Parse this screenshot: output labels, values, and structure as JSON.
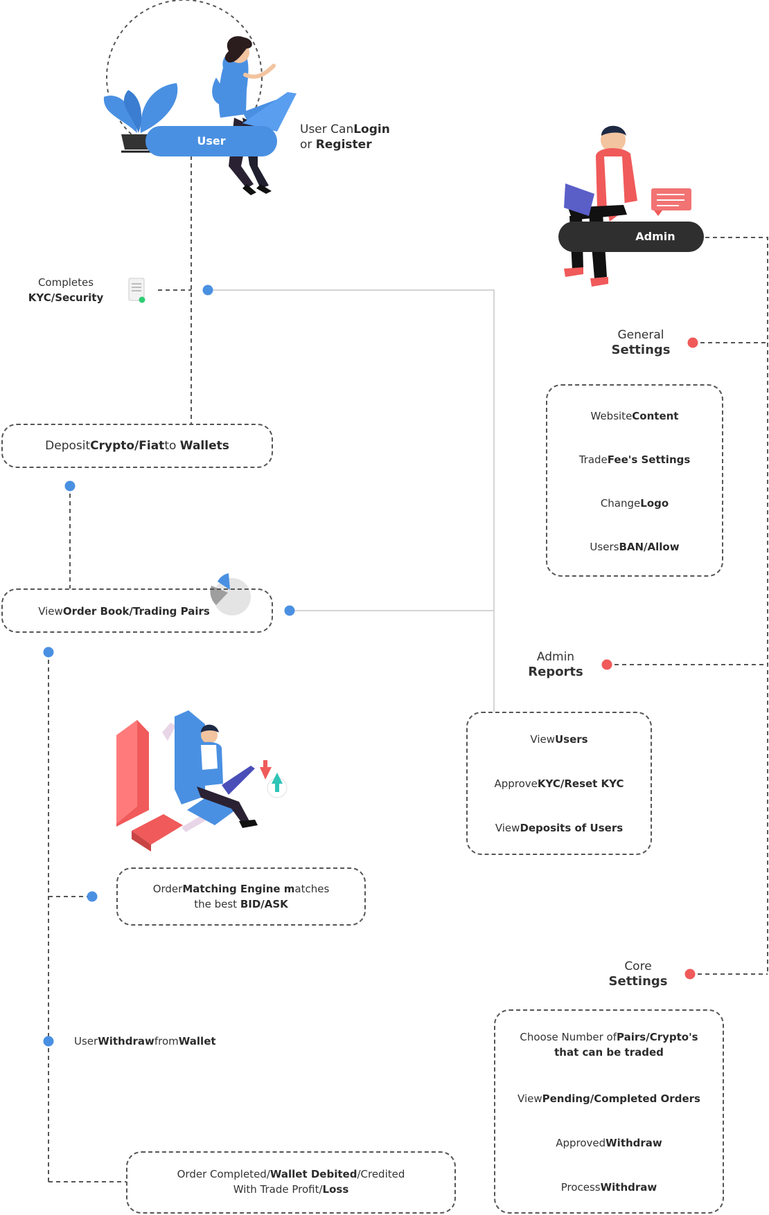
{
  "user": {
    "badge": "User",
    "caption_line1_a": "User Can",
    "caption_line1_b": "Login",
    "caption_line2_a": "or ",
    "caption_line2_b": "Register"
  },
  "admin": {
    "badge": "Admin"
  },
  "kyc": {
    "line1": "Completes",
    "line2": "KYC/Security"
  },
  "deposit": {
    "a": "Deposit",
    "b": "Crypto/Fiat",
    "c": "to ",
    "d": "Wallets"
  },
  "order_book": {
    "a": "View",
    "b": "Order Book/Trading Pairs"
  },
  "matching": {
    "a": "Order",
    "b": "Matching Engine m",
    "c": "atches",
    "d": "the best ",
    "e": "BID/ASK"
  },
  "withdraw": {
    "a": "User",
    "b": "Withdraw",
    "c": "from",
    "d": "Wallet"
  },
  "completed": {
    "a": "Order Completed/",
    "b": "Wallet Debited",
    "c": "/Credited",
    "d": "With Trade Profit/",
    "e": "Loss"
  },
  "general_settings": {
    "title_1": "General",
    "title_2": "Settings",
    "items": [
      {
        "a": "Website",
        "b": "Content"
      },
      {
        "a": "Trade",
        "b": "Fee's Settings"
      },
      {
        "a": "Change",
        "b": "Logo"
      },
      {
        "a": "Users",
        "b": "BAN/Allow"
      }
    ]
  },
  "admin_reports": {
    "title_1": "Admin",
    "title_2": "Reports",
    "items": [
      {
        "a": "View",
        "b": "Users"
      },
      {
        "a": "Approve",
        "b": "KYC/Reset KYC"
      },
      {
        "a": "View",
        "b": "Deposits of Users"
      }
    ]
  },
  "core_settings": {
    "title_1": "Core",
    "title_2": "Settings",
    "item1": {
      "a": "Choose Number of",
      "b": "Pairs/Crypto's",
      "c": "that can be traded"
    },
    "item2": {
      "a": "View",
      "b": "Pending/Completed Orders"
    },
    "item3": {
      "a": "Approved",
      "b": "Withdraw"
    },
    "item4": {
      "a": "Process",
      "b": "Withdraw"
    }
  },
  "colors": {
    "blue": "#4a90e2",
    "red": "#f05a5a",
    "dark": "#333333",
    "line": "#555555",
    "grey_line": "#cfcfcf"
  }
}
